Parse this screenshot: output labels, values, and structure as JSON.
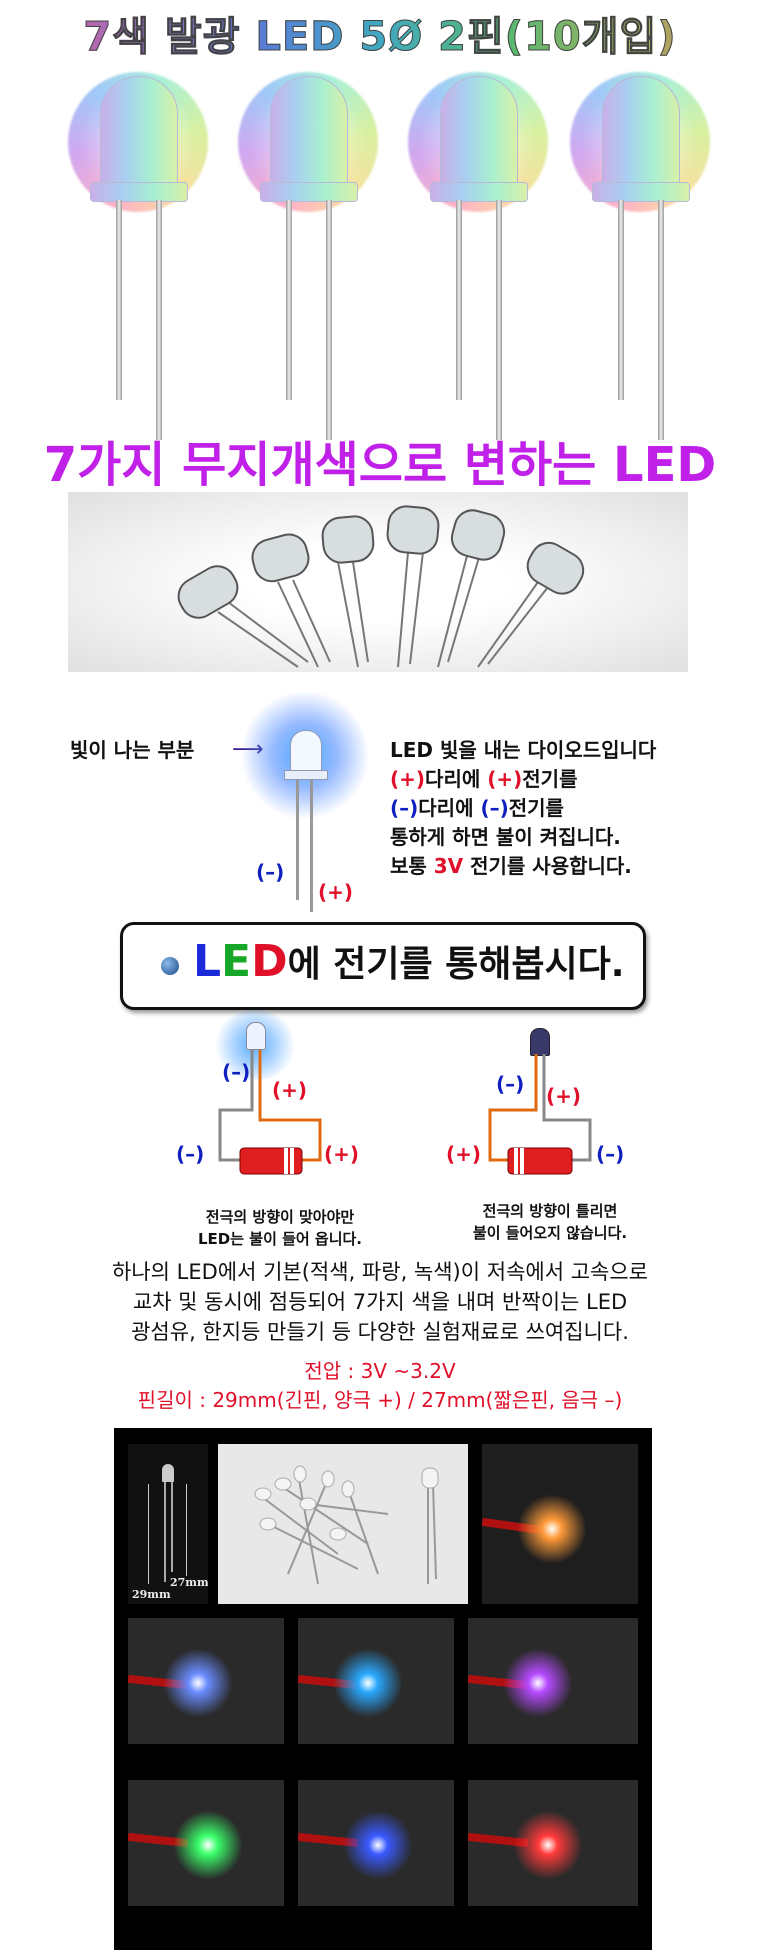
{
  "header": {
    "title": "7색 발광 LED 5Ø 2핀(10개입)"
  },
  "subtitle": "7가지 무지개색으로 변하는 LED",
  "diagram": {
    "callout_label": "빛이 나는 부분",
    "minus_label": "(–)",
    "plus_label": "(+)",
    "desc_line1": "LED 빛을 내는 다이오드입니다",
    "desc_line2_plus": "(+)",
    "desc_line2_mid": "다리에 ",
    "desc_line2_plus2": "(+)",
    "desc_line2_end": "전기를",
    "desc_line3_minus": "(–)",
    "desc_line3_mid": "다리에 ",
    "desc_line3_minus2": "(–)",
    "desc_line3_end": "전기를",
    "desc_line4": "통하게 하면 불이 켜집니다.",
    "desc_line5_start": "보통 ",
    "desc_line5_volt": "3V",
    "desc_line5_end": " 전기를 사용합니다."
  },
  "banner": {
    "l": "L",
    "e": "E",
    "d": "D",
    "text": "에 전기를 통해봅시다."
  },
  "circuits": {
    "left_caption_1": "전극의 방향이 맞아야만",
    "left_caption_2": "LED는 불이 들어 옵니다.",
    "right_caption_1": "전극의 방향이 틀리면",
    "right_caption_2": "불이 들어오지 않습니다.",
    "minus": "(–)",
    "plus": "(+)"
  },
  "description": {
    "line1": "하나의 LED에서 기본(적색, 파랑, 녹색)이 저속에서 고속으로",
    "line2": "교차 및 동시에 점등되어 7가지 색을 내며 반짝이는 LED",
    "line3": "광섬유, 한지등 만들기 등 다양한 실험재료로 쓰여집니다."
  },
  "specs": {
    "voltage": "전압 : 3V ~3.2V",
    "pin_length": "핀길이 : 29mm(긴핀, 양극 +) / 27mm(짧은핀, 음극 –)"
  },
  "photos": {
    "len_long": "29mm",
    "len_short": "27mm",
    "glow_colors": [
      "#ff9a3a",
      "#6a8cff",
      "#2aa8ff",
      "#b64aff",
      "#3aff6a",
      "#3a5aff",
      "#ff3a3a"
    ]
  }
}
